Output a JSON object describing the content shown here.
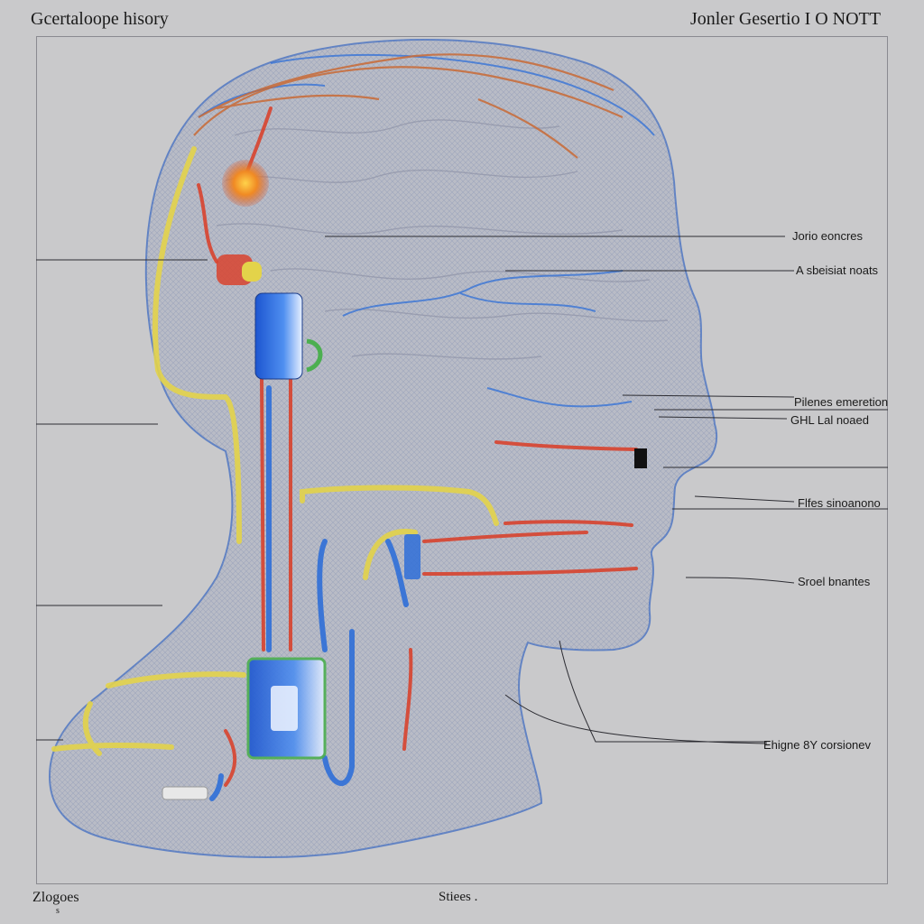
{
  "header": {
    "title_left": "Gcertaloope hisory",
    "title_right": "Jonler Gesertio I O NOTT"
  },
  "labels": [
    {
      "id": "label-1",
      "text": "Jorio eoncres"
    },
    {
      "id": "label-2",
      "text": "A sbeisiat noats"
    },
    {
      "id": "label-3",
      "text": "Pilenes emeretion"
    },
    {
      "id": "label-4",
      "text": "GHL Lal noaed"
    },
    {
      "id": "label-5",
      "text": "Flfes sinoanono"
    },
    {
      "id": "label-6",
      "text": "Sroel bnantes"
    },
    {
      "id": "label-7",
      "text": "Ehigne 8Y corsionev"
    }
  ],
  "footer": {
    "left": "Zlogoes",
    "left_mark": "s",
    "center": "Stiees ."
  },
  "colors": {
    "background": "#c9c9cb",
    "head_outline": "#5b7fc4",
    "yellow_tube": "#e3d34a",
    "red_tube": "#d8432e",
    "blue_tube": "#2f6fd8",
    "green_accent": "#4caf50",
    "glow": "#f08a24"
  }
}
